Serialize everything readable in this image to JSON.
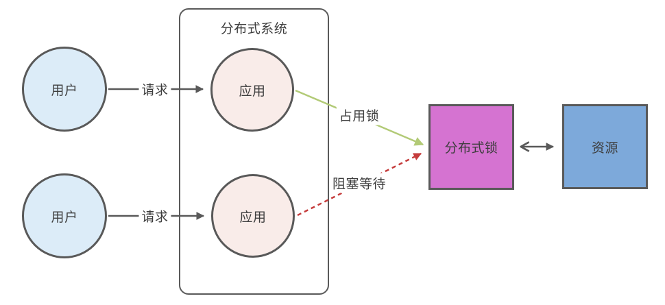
{
  "diagram": {
    "title": "分布式系统",
    "nodes": {
      "users": [
        {
          "label": "用户"
        },
        {
          "label": "用户"
        }
      ],
      "apps": [
        {
          "label": "应用"
        },
        {
          "label": "应用"
        }
      ],
      "lock": {
        "label": "分布式锁"
      },
      "resource": {
        "label": "资源"
      }
    },
    "edges": {
      "request_top": {
        "label": "请求"
      },
      "request_bottom": {
        "label": "请求"
      },
      "occupy_lock": {
        "label": "占用锁"
      },
      "blocking_wait": {
        "label": "阻塞等待"
      },
      "lock_resource": {
        "label": ""
      }
    },
    "colors": {
      "user_fill": "#dcecf8",
      "app_fill": "#f9ece9",
      "lock_fill": "#d573d1",
      "resource_fill": "#7da9da",
      "stroke": "#595959",
      "occupy_arrow": "#b2ca76",
      "wait_arrow": "#c53c3c",
      "text": "#3d3d3d"
    }
  }
}
